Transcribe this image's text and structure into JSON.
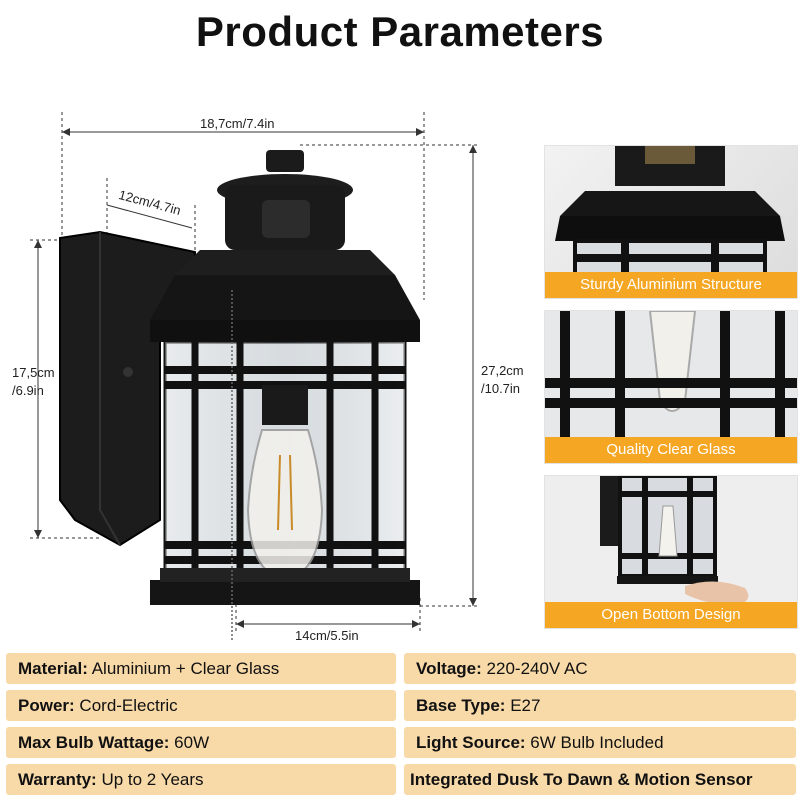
{
  "title": "Product Parameters",
  "dimensions": {
    "width_total": "18,7cm/7.4in",
    "depth": "12cm/4.7in",
    "backplate_height_cm": "17,5cm",
    "backplate_height_in": "/6.9in",
    "height_total_cm": "27,2cm",
    "height_total_in": "/10.7in",
    "base_width": "14cm/5.5in"
  },
  "features": [
    {
      "caption": "Sturdy Aluminium Structure"
    },
    {
      "caption": "Quality Clear Glass"
    },
    {
      "caption": "Open Bottom Design"
    }
  ],
  "params": {
    "left": [
      {
        "label": "Material:",
        "value": "Aluminium + Clear Glass"
      },
      {
        "label": "Power:",
        "value": "Cord-Electric"
      },
      {
        "label": "Max Bulb Wattage:",
        "value": "60W"
      },
      {
        "label": "Warranty:",
        "value": "Up to 2 Years"
      }
    ],
    "right": [
      {
        "label": "Voltage:",
        "value": "220-240V AC"
      },
      {
        "label": "Base Type:",
        "value": "E27"
      },
      {
        "label": "Light Source:",
        "value": "6W Bulb Included"
      },
      {
        "label": "Integrated Dusk To Dawn & Motion Sensor",
        "value": ""
      }
    ]
  },
  "colors": {
    "accent": "#f5a623",
    "param_bg": "#f8d9a8",
    "lamp": "#151515"
  }
}
